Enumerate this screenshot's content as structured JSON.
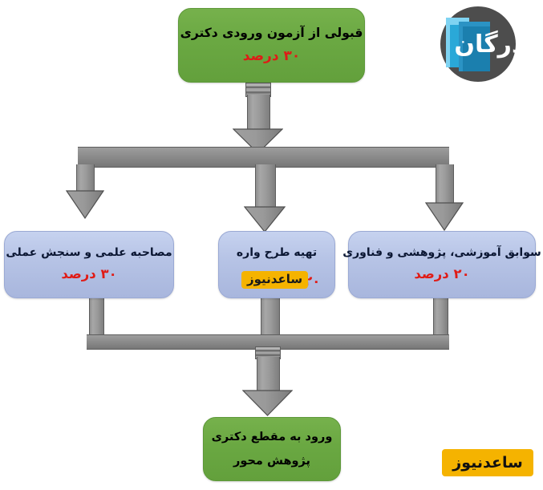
{
  "diagram": {
    "title": "قبولی از آزمون ورودی دکتری",
    "direction": "rtl",
    "nodes": {
      "top": {
        "text": "قبولی از آزمون ورودی دکتری",
        "percent": "۳۰ درصد",
        "fill": "#6aa842",
        "percent_color": "#e01b16"
      },
      "left": {
        "text": "مصاحبه علمی و سنجش عملی",
        "percent": "۳۰ درصد",
        "fill": "#b7c4e6",
        "percent_color": "#e01b16"
      },
      "middle": {
        "text": "تهیه طرح واره",
        "percent": "۲۰ درصد",
        "fill": "#b7c4e6",
        "percent_color": "#e01b16",
        "watermark": "ساعدنیوز",
        "watermark_bg": "#f5b300"
      },
      "right": {
        "text": "سوابق آموزشی، پژوهشی و فناوری",
        "percent": "۲۰ درصد",
        "fill": "#b7c4e6",
        "percent_color": "#e01b16"
      },
      "bottom": {
        "text_line1": "ورود به مقطع دکتری",
        "text_line2": "پژوهش محور",
        "fill": "#6aa842",
        "text_color": "#000000"
      }
    },
    "connector_color": "#8e8e8e"
  },
  "brand": {
    "logo_text": "آذرگان",
    "logo_circle_color": "#4d4d4d",
    "logo_book_color": "#1b7fae",
    "logo_book_accent": "#2aa8d8"
  },
  "watermark_badge": {
    "label": "ساعدنیوز",
    "bg": "#f5b300",
    "fg": "#111111"
  }
}
